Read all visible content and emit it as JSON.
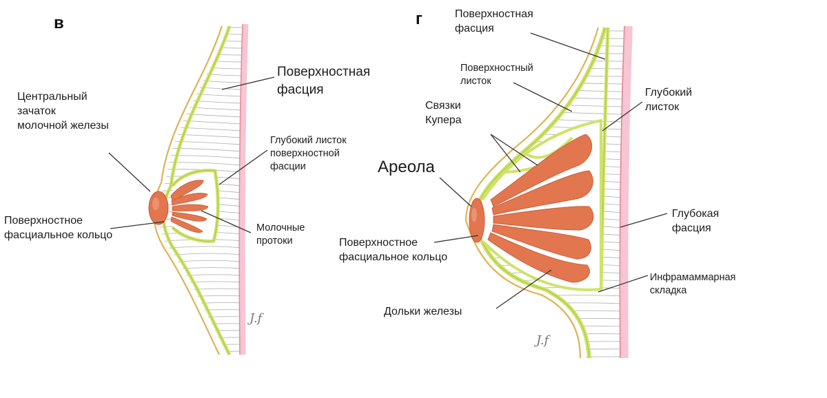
{
  "panels": {
    "left": {
      "letter": "в",
      "labels": {
        "superficial_fascia": "Поверхностная\nфасция",
        "central_bud": "Центральный\nзачаток\nмолочной железы",
        "deep_sheet": "Глубокий листок\nповерхностной\nфасции",
        "fascial_ring": "Поверхностное\nфасциальное кольцо",
        "ducts": "Молочные\nпротоки"
      }
    },
    "right": {
      "letter": "г",
      "labels": {
        "superficial_fascia": "Поверхностная\nфасция",
        "superficial_sheet": "Поверхностный\nлисток",
        "cooper": "Связки\nКупера",
        "areola": "Ареола",
        "deep_sheet": "Глубокий\nлисток",
        "deep_fascia": "Глубокая\nфасция",
        "fascial_ring": "Поверхностное\nфасциальное кольцо",
        "inframammary": "Инфрамаммарная\nскладка",
        "lobules": "Дольки железы"
      }
    }
  },
  "colors": {
    "fascia": "#cfe26a",
    "fascia_edge": "#a9c43c",
    "skin": "#e0b255",
    "gland": "#e2764e",
    "gland_light": "#f0a07e",
    "chest_wall": "#e88aa0",
    "chest_wall_light": "#f6c6d2",
    "hatching": "#b7b7b7",
    "leader": "#333333"
  }
}
